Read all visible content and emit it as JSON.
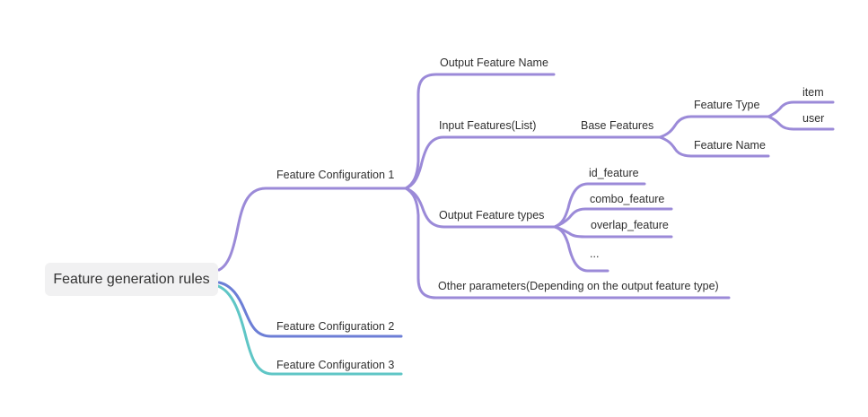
{
  "colors": {
    "branch_purple": "#9b8ad8",
    "branch_blue": "#6c7ed6",
    "branch_teal": "#5fc6c6",
    "root_background": "#f1f1f2",
    "text": "#2f2f2f"
  },
  "tree": {
    "label": "Feature generation rules",
    "children": [
      {
        "label": "Feature Configuration 1",
        "children": [
          {
            "label": "Output Feature Name"
          },
          {
            "label": "Input Features(List)",
            "children": [
              {
                "label": "Base Features",
                "children": [
                  {
                    "label": "Feature Type",
                    "children": [
                      {
                        "label": "item"
                      },
                      {
                        "label": "user"
                      }
                    ]
                  },
                  {
                    "label": "Feature Name"
                  }
                ]
              }
            ]
          },
          {
            "label": "Output Feature types",
            "children": [
              {
                "label": "id_feature"
              },
              {
                "label": "combo_feature"
              },
              {
                "label": "overlap_feature"
              },
              {
                "label": "..."
              }
            ]
          },
          {
            "label": "Other parameters(Depending on the output feature type)"
          }
        ]
      },
      {
        "label": "Feature Configuration 2"
      },
      {
        "label": "Feature Configuration 3"
      }
    ]
  }
}
